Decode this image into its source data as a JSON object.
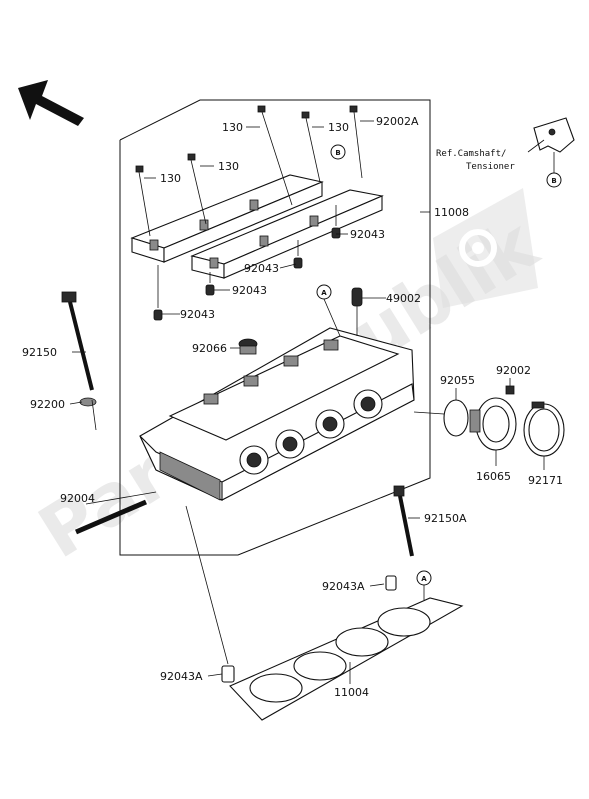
{
  "watermark": {
    "text": "PartsRepublik"
  },
  "labels": {
    "l130a": "130",
    "l130b": "130",
    "l130c": "130",
    "l130d": "130",
    "l92002A": "92002A",
    "ref_camshaft": "Ref.Camshaft/",
    "ref_tensioner": "Tensioner",
    "l11008": "11008",
    "l92043a": "92043",
    "l92043b": "92043",
    "l92043c": "92043",
    "l92043d": "92043",
    "l49002": "49002",
    "l92150": "92150",
    "l92066": "92066",
    "l92200": "92200",
    "l92055": "92055",
    "l92002": "92002",
    "l92004": "92004",
    "l16065": "16065",
    "l92171": "92171",
    "l92150A": "92150A",
    "l92043A_top": "92043A",
    "l92043A_bottom": "92043A",
    "l11004": "11004"
  },
  "markers": {
    "A": "A",
    "B": "B"
  },
  "colors": {
    "line": "#111111",
    "watermark": "#d9d9d9",
    "background": "#ffffff"
  }
}
